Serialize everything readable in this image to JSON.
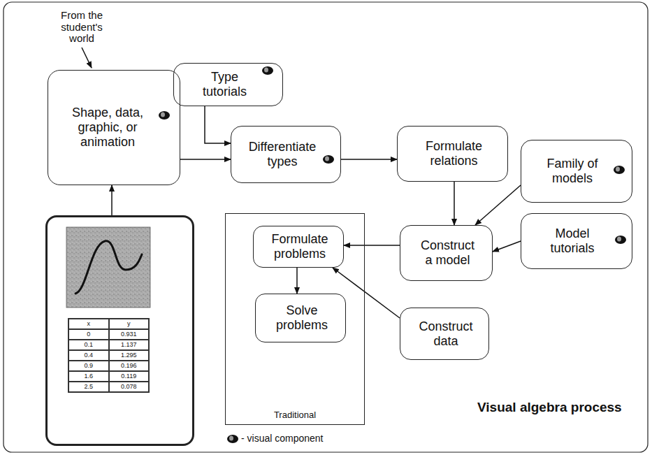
{
  "diagram": {
    "title": "Visual algebra process",
    "nodes": [
      {
        "text": [
          "Shape, data, graphic, or animation"
        ]
      },
      {
        "text": [
          "x",
          "y",
          "0",
          "0.931",
          "0.1",
          "1.137",
          "0.4",
          "1.295",
          "0.9",
          "0.196",
          "1.6",
          "0.119",
          "2.5",
          "0.078"
        ]
      },
      {
        "text": [
          "Type tutorials"
        ]
      },
      {
        "text": [
          "Differentiate types"
        ]
      },
      {
        "text": [
          "Formulate relations"
        ]
      },
      {
        "text": [
          "Family of models"
        ]
      },
      {
        "text": [
          "Model tutorials"
        ]
      },
      {
        "text": [
          "Construct a model"
        ]
      },
      {
        "text": [
          "Traditional"
        ]
      },
      {
        "text": [
          "Formulate problems"
        ],
        "in": 8
      },
      {
        "text": [
          "Solve problems"
        ],
        "in": 8
      },
      {
        "text": [
          "Construct data"
        ]
      }
    ],
    "edges": [
      {
        "from": 1,
        "to": 0,
        "arrow": "to"
      },
      {
        "from": 0,
        "to": 3,
        "arrow": "to"
      },
      {
        "from": 2,
        "to": 3,
        "arrow": "to"
      },
      {
        "from": 3,
        "to": 4,
        "arrow": "to"
      },
      {
        "from": 4,
        "to": 7,
        "arrow": "to"
      },
      {
        "from": 5,
        "to": 7,
        "arrow": "to"
      },
      {
        "from": 6,
        "to": 7,
        "arrow": "to"
      },
      {
        "from": 7,
        "to": 9,
        "arrow": "to"
      },
      {
        "from": 9,
        "to": 10,
        "arrow": "to"
      },
      {
        "from": 11,
        "to": 9,
        "arrow": "to"
      }
    ],
    "labels": [
      "From the student's world"
    ],
    "legend": [
      {
        "text": "- visual component"
      }
    ]
  }
}
